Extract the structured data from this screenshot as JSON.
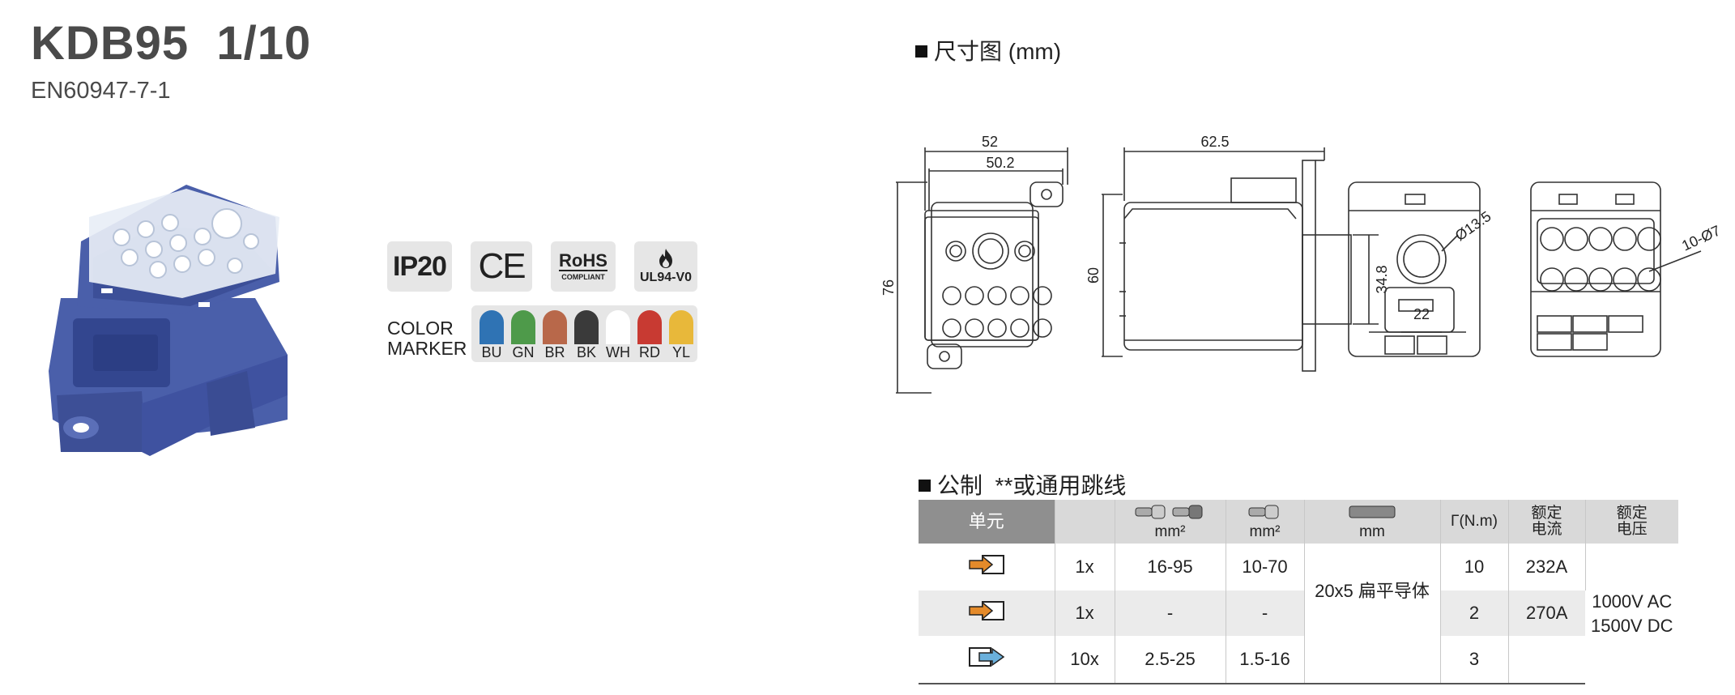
{
  "product": {
    "title": "KDB95  1/10",
    "standard": "EN60947-7-1"
  },
  "badges": {
    "ip": "IP20",
    "ce": "CE",
    "rohs": "RoHS",
    "rohs_sub": "COMPLIANT",
    "ul": "UL94-V0"
  },
  "color_marker": {
    "label_line1": "COLOR",
    "label_line2": "MARKER :",
    "colors": [
      {
        "code": "BU",
        "hex": "#2f73b4"
      },
      {
        "code": "GN",
        "hex": "#4e9a4a"
      },
      {
        "code": "BR",
        "hex": "#b8684a"
      },
      {
        "code": "BK",
        "hex": "#3a3a3a"
      },
      {
        "code": "WH",
        "hex": "#ffffff"
      },
      {
        "code": "RD",
        "hex": "#c83a32"
      },
      {
        "code": "YL",
        "hex": "#e8b83a"
      }
    ]
  },
  "dimensions": {
    "title": "尺寸图 (mm)",
    "labels": {
      "w_outer": "52",
      "w_inner": "50.2",
      "height": "76",
      "depth": "62.5",
      "h60": "60",
      "h348": "34.8",
      "dia": "Ø13.5",
      "w22": "22",
      "holes": "10-Ø7"
    }
  },
  "table": {
    "title": "公制  **或通用跳线",
    "headers": {
      "unit": "单元",
      "mm2_a": "mm²",
      "mm2_b": "mm²",
      "mm": "mm",
      "torque": "Γ(N.m)",
      "current_1": "额定",
      "current_2": "电流",
      "voltage_1": "额定",
      "voltage_2": "电压"
    },
    "rows": [
      {
        "qty": "1x",
        "range1": "16-95",
        "range2": "10-70",
        "torque": "10",
        "current": "232A"
      },
      {
        "qty": "1x",
        "range1": "-",
        "range2": "-",
        "torque": "2",
        "current": "270A"
      },
      {
        "qty": "10x",
        "range1": "2.5-25",
        "range2": "1.5-16",
        "torque": "3",
        "current": ""
      }
    ],
    "busbar": "20x5 扁平导体",
    "voltage_ac": "1000V AC",
    "voltage_dc": "1500V DC",
    "icon_colors": {
      "input": "#e48a2a",
      "output": "#6ab0dc"
    }
  }
}
